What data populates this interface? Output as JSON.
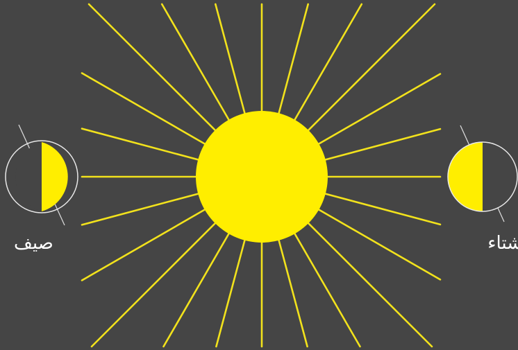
{
  "colors": {
    "background": "#454545",
    "sun": "#ffee00",
    "ray": "#f2e21c",
    "earth_lit": "#ffee00",
    "earth_outline": "#e8e8e8",
    "axis": "#d8d8d8",
    "label": "#ffffff"
  },
  "sun": {
    "ray_count": 24
  },
  "earths": [
    {
      "id": "summer",
      "lit_side": "right",
      "label": "صيف"
    },
    {
      "id": "winter",
      "lit_side": "left",
      "label": "شتاء"
    }
  ]
}
